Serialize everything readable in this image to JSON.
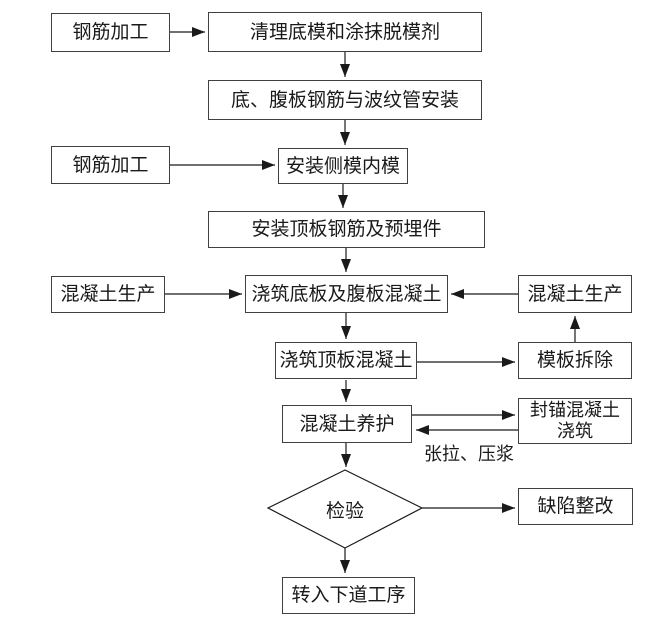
{
  "diagram": {
    "background_color": "#ffffff",
    "line_color": "#1a1a1a",
    "box_border_color": "#404040",
    "nodes": {
      "rebar_processing_top": {
        "label": "钢筋加工"
      },
      "clean_bottom_formwork": {
        "label": "清理底模和涂抹脱模剂"
      },
      "bottom_web_rebar_duct_install": {
        "label": "底、腹板钢筋与波纹管安装"
      },
      "rebar_processing_mid": {
        "label": "钢筋加工"
      },
      "install_side_inner_formwork": {
        "label": "安装侧模内模"
      },
      "install_top_rebar_embedded": {
        "label": "安装顶板钢筋及预埋件"
      },
      "concrete_production_left": {
        "label": "混凝土生产"
      },
      "pour_bottom_web_concrete": {
        "label": "浇筑底板及腹板混凝土"
      },
      "concrete_production_right": {
        "label": "混凝土生产"
      },
      "pour_top_slab_concrete": {
        "label": "浇筑顶板混凝土"
      },
      "formwork_removal": {
        "label": "模板拆除"
      },
      "concrete_curing": {
        "label": "混凝土养护"
      },
      "anchor_sealing_concrete_pouring": {
        "lines": [
          "封锚混凝土",
          "浇筑"
        ]
      },
      "inspection_decision": {
        "label": "检验"
      },
      "defect_rectification": {
        "label": "缺陷整改"
      },
      "next_process": {
        "label": "转入下道工序"
      }
    },
    "edge_labels": {
      "tension_grouting": "张拉、压浆"
    }
  }
}
